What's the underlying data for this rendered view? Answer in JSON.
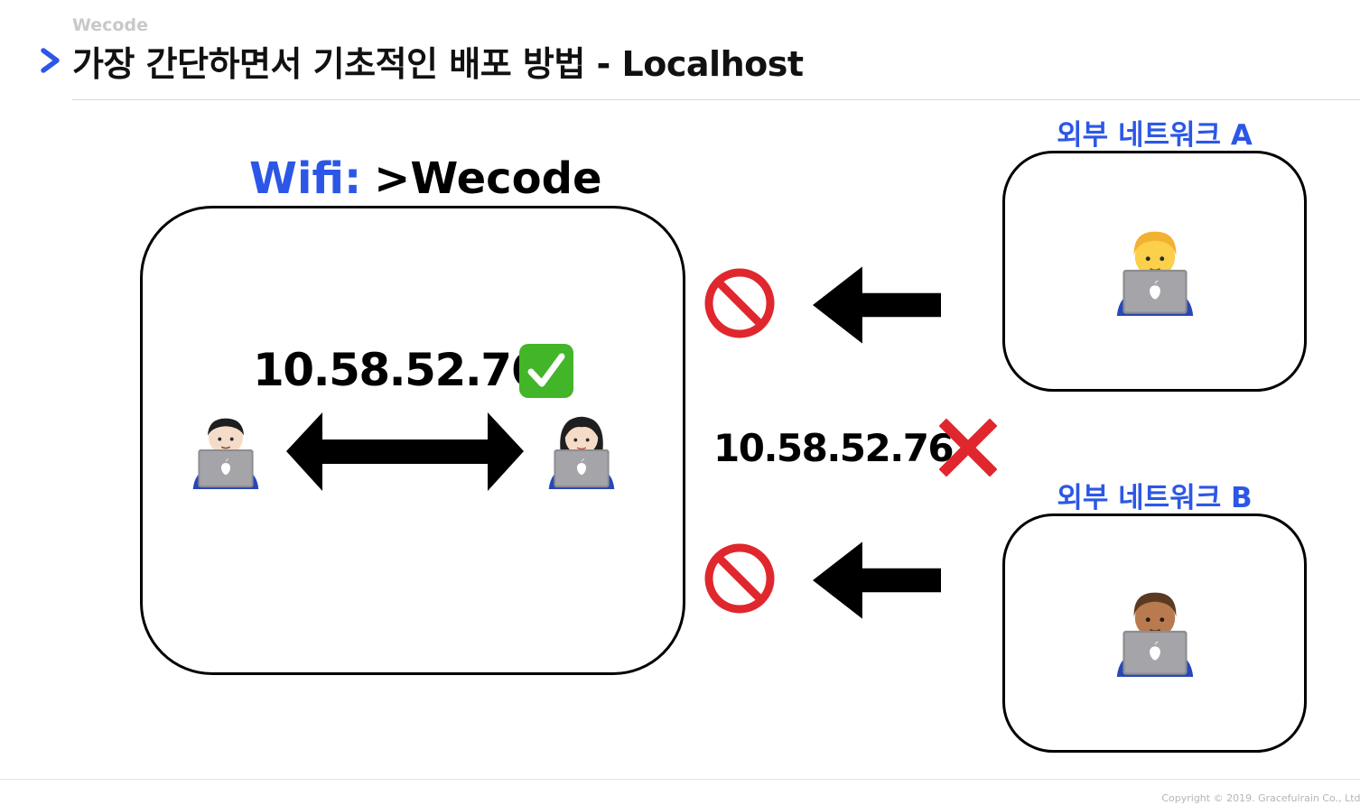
{
  "header": {
    "brand": "Wecode",
    "title": "가장 간단하면서 기초적인 배포 방법 - Localhost"
  },
  "diagram": {
    "wifi_key": "Wifi:",
    "wifi_name": ">Wecode",
    "local_ip": "10.58.52.76",
    "external_ip": "10.58.52.76",
    "network_a": "외부 네트워크 A",
    "network_b": "외부 네트워크 B"
  },
  "footer": {
    "copyright": "Copyright © 2019. Gracefulrain Co., Ltd."
  },
  "colors": {
    "accent": "#2c57e6",
    "check": "#43b528",
    "cross": "#e0272e",
    "forbidden": "#e0272e"
  },
  "icons": {
    "title_marker": "chevron-right-icon",
    "local_status": "check-mark-icon",
    "external_status": "cross-mark-icon",
    "blocked": "no-entry-icon",
    "people": [
      "man-technologist-icon",
      "woman-technologist-icon",
      "blond-man-technologist-icon",
      "brown-man-technologist-icon"
    ]
  }
}
